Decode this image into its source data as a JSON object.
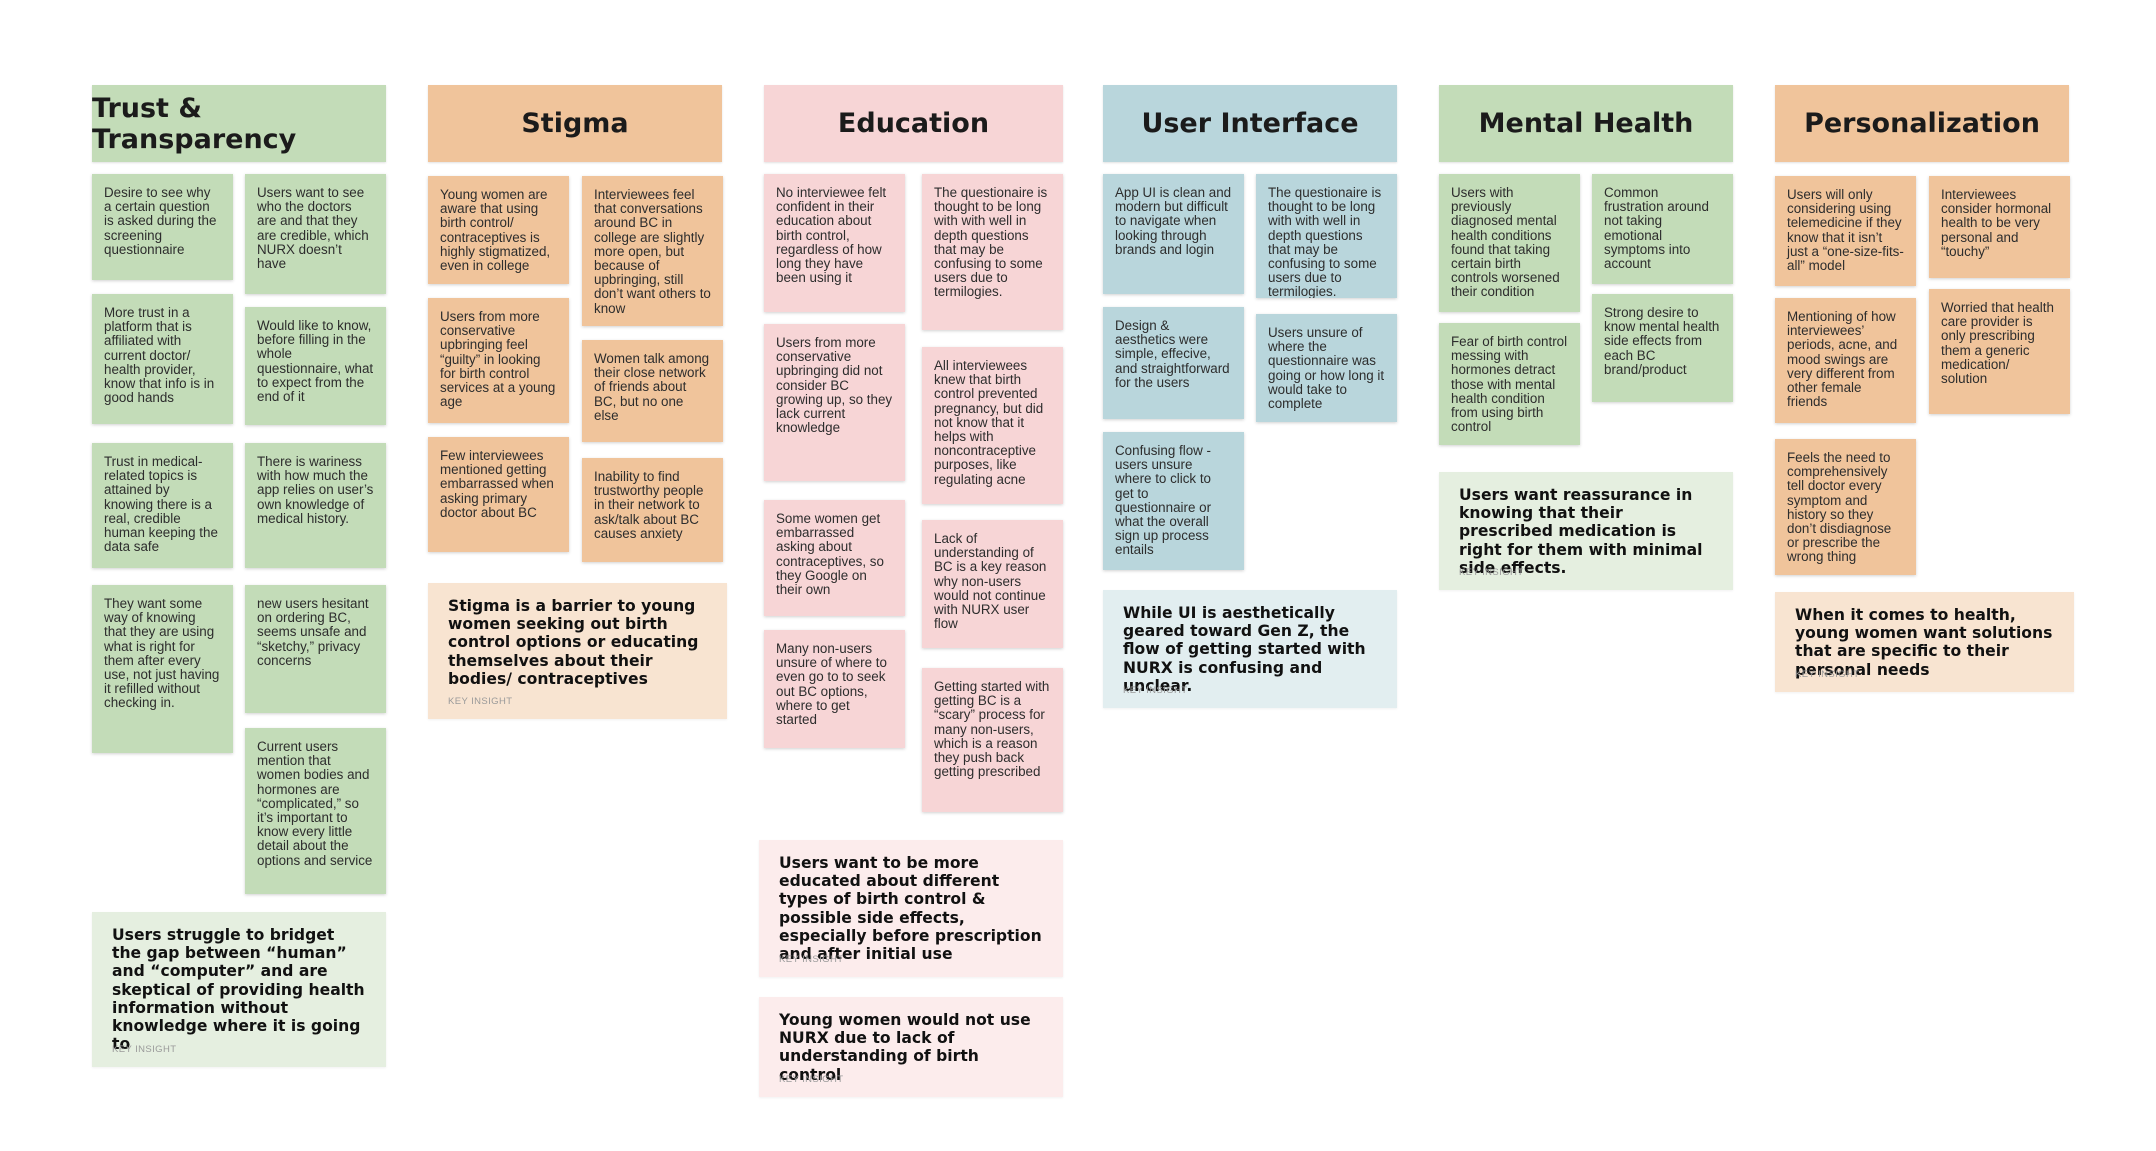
{
  "board": {
    "columns": [
      {
        "title": "Trust & Transparency",
        "theme": "green",
        "notes": [
          "Desire to see why a certain question is asked during the screening questionnaire",
          "Users want to see who the doctors are and that they are credible, which NURX doesn’t have",
          "More trust in a platform that is affiliated with current doctor/ health provider, know that info is in good hands",
          "Would like to know, before filling in the whole questionnaire, what to expect from the end of it",
          "Trust in medical-related topics is attained by knowing there is a real, credible human keeping the data safe",
          "There is wariness with how much the app relies on user’s own knowledge of medical history.",
          "They want some way of knowing that they are using what is right for them after every use, not just having it refilled without checking in.",
          "new users hesitant on ordering BC, seems unsafe and “sketchy,” privacy concerns",
          "Current users mention that women bodies and hormones are “complicated,” so it’s important to know every little detail about the options and service"
        ],
        "insights": [
          {
            "text": "Users struggle to bridget the gap between “human” and “computer” and are skeptical of providing health information without knowledge where it is going to",
            "tag": "KEY INSIGHT"
          }
        ]
      },
      {
        "title": "Stigma",
        "theme": "orange",
        "notes": [
          "Young women are aware that using birth control/ contraceptives is highly stigmatized, even in college",
          "Interviewees feel that conversations around BC in college are slightly more open, but because of upbringing, still don’t want others to know",
          "Users from more conservative upbringing feel “guilty” in looking for birth control services at a young age",
          "Women talk among their close network of friends about BC, but no one else",
          "Few interviewees mentioned getting embarrassed when asking primary doctor about BC",
          "Inability to find trustworthy people in their network to ask/talk about BC causes anxiety"
        ],
        "insights": [
          {
            "text": "Stigma is a barrier to young women seeking out birth control options or educating themselves about their bodies/ contraceptives",
            "tag": "KEY INSIGHT"
          }
        ]
      },
      {
        "title": "Education",
        "theme": "pink",
        "notes": [
          "No interviewee felt confident in their education about birth control, regardless of how long they have been using it",
          "The questionaire is thought to be long with with well in depth questions that may be confusing to some users due to termilogies.",
          "Users from more conservative upbringing did not consider BC growing up, so they lack current knowledge",
          "All interviewees knew that birth control prevented pregnancy, but did not know that it helps with noncontraceptive purposes, like regulating acne",
          "Some women get embarrassed asking about contraceptives, so they Google on their own",
          "Lack of understanding of BC is a key reason why non-users would not continue with NURX user flow",
          "Many non-users unsure of where to even go to to seek out BC options, where to get started",
          "Getting started with getting BC is a “scary” process for many non-users, which is a reason they push back getting prescribed"
        ],
        "insights": [
          {
            "text": "Users want to be more educated about different types of birth control & possible side effects, especially before prescription and after initial use",
            "tag": "KEY INSIGHT"
          },
          {
            "text": "Young women would not use NURX due to lack of understanding of birth control",
            "tag": "KEY INSIGHT"
          }
        ]
      },
      {
        "title": "User Interface",
        "theme": "blue",
        "notes": [
          "App UI is clean and modern but difficult to navigate when looking through brands and login",
          "The questionaire is thought to be long with with well in depth questions that may be confusing to some users due to termilogies.",
          "Design & aesthetics were simple, effecive, and straightforward for the users",
          "Users unsure of where the questionnaire was going or how long it would take to complete",
          "Confusing flow - users unsure where to click to get to questionnaire or what the overall sign up process entails"
        ],
        "insights": [
          {
            "text": "While UI is aesthetically geared toward Gen Z, the flow of getting started with NURX is confusing and unclear.",
            "tag": "KEY INSIGHT"
          }
        ]
      },
      {
        "title": "Mental Health",
        "theme": "green",
        "notes": [
          "Users with previously diagnosed mental health conditions found that taking certain birth controls worsened their condition",
          "Common frustration around not taking emotional symptoms into account",
          "Fear of birth control messing with hormones detract those with mental health condition from using birth control",
          "Strong desire to know mental health side effects from each BC brand/product"
        ],
        "insights": [
          {
            "text": "Users want reassurance in knowing that their prescribed medication is right for them with minimal side effects.",
            "tag": "KEY INSIGHT"
          }
        ]
      },
      {
        "title": "Personalization",
        "theme": "orange",
        "notes": [
          "Users will only considering using telemedicine if they know that it isn’t just a “one-size-fits-all” model",
          "Interviewees consider hormonal health to be very personal and “touchy”",
          "Mentioning of how interviewees’ periods, acne, and mood swings are very different from other female friends",
          "Worried that health care provider is only prescribing them a generic medication/ solution",
          "Feels the need to comprehensively tell doctor every symptom and history so they don’t disdiagnose or prescribe the wrong thing"
        ],
        "insights": [
          {
            "text": "When it comes to health, young women want solutions that are specific to their personal needs",
            "tag": "KEY INSIGHT"
          }
        ]
      }
    ]
  }
}
